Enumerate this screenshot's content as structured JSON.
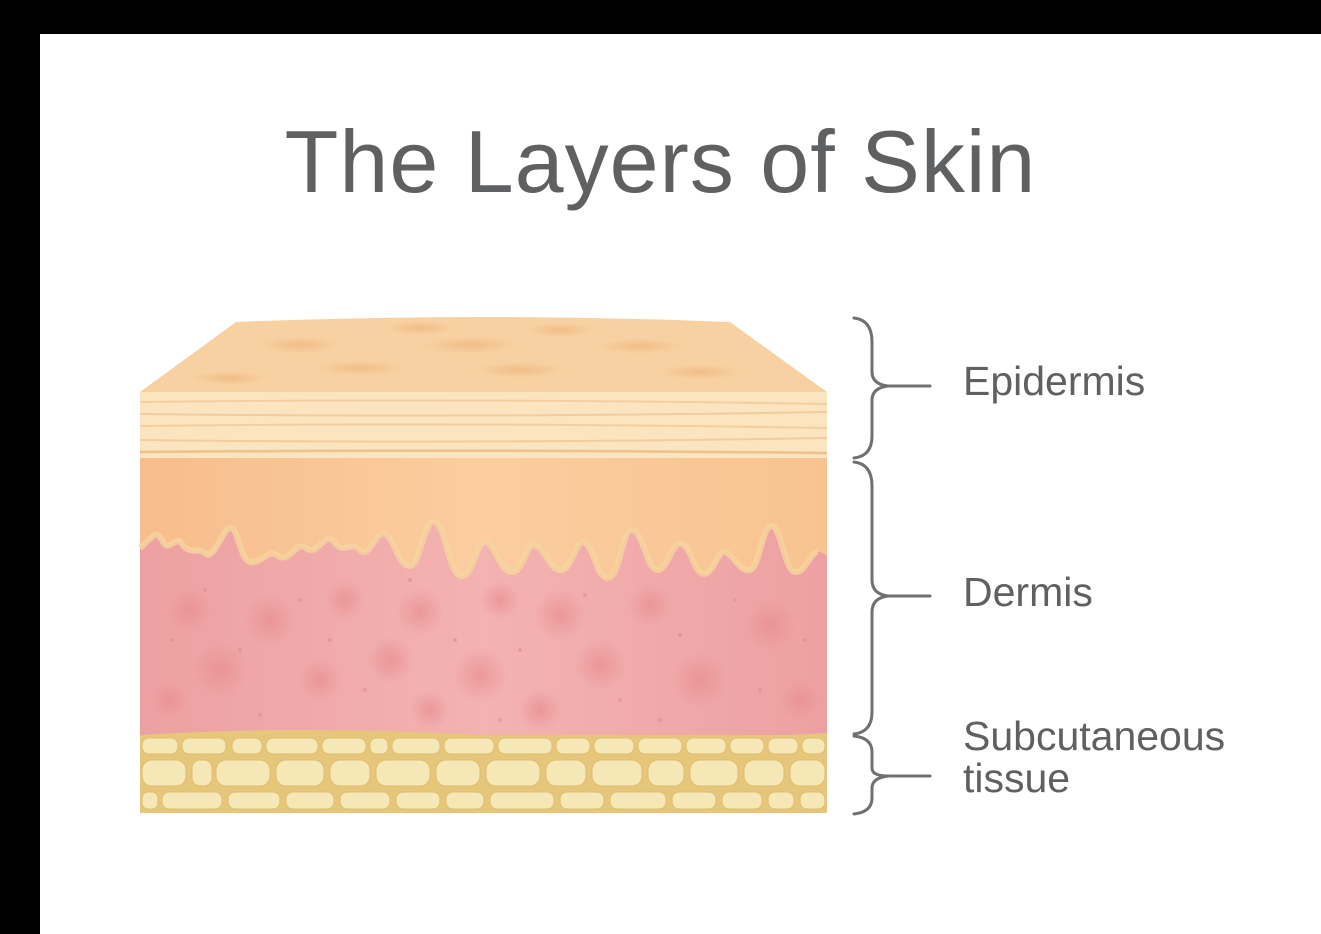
{
  "title": "The Layers of Skin",
  "layers": [
    {
      "label": "Epidermis"
    },
    {
      "label": "Dermis"
    },
    {
      "label_lines": [
        "Subcutaneous",
        "tissue"
      ]
    }
  ],
  "colors": {
    "text": "#5f6062",
    "epidermis_top": "#f7cf9e",
    "stratum_corneum": "#fbe6c2",
    "epidermis_body": "#f9c596",
    "dermis": "#f1aaa8",
    "fat_background": "#e7c97b",
    "fat_cell": "#f6eab8",
    "bracket": "#707070"
  }
}
